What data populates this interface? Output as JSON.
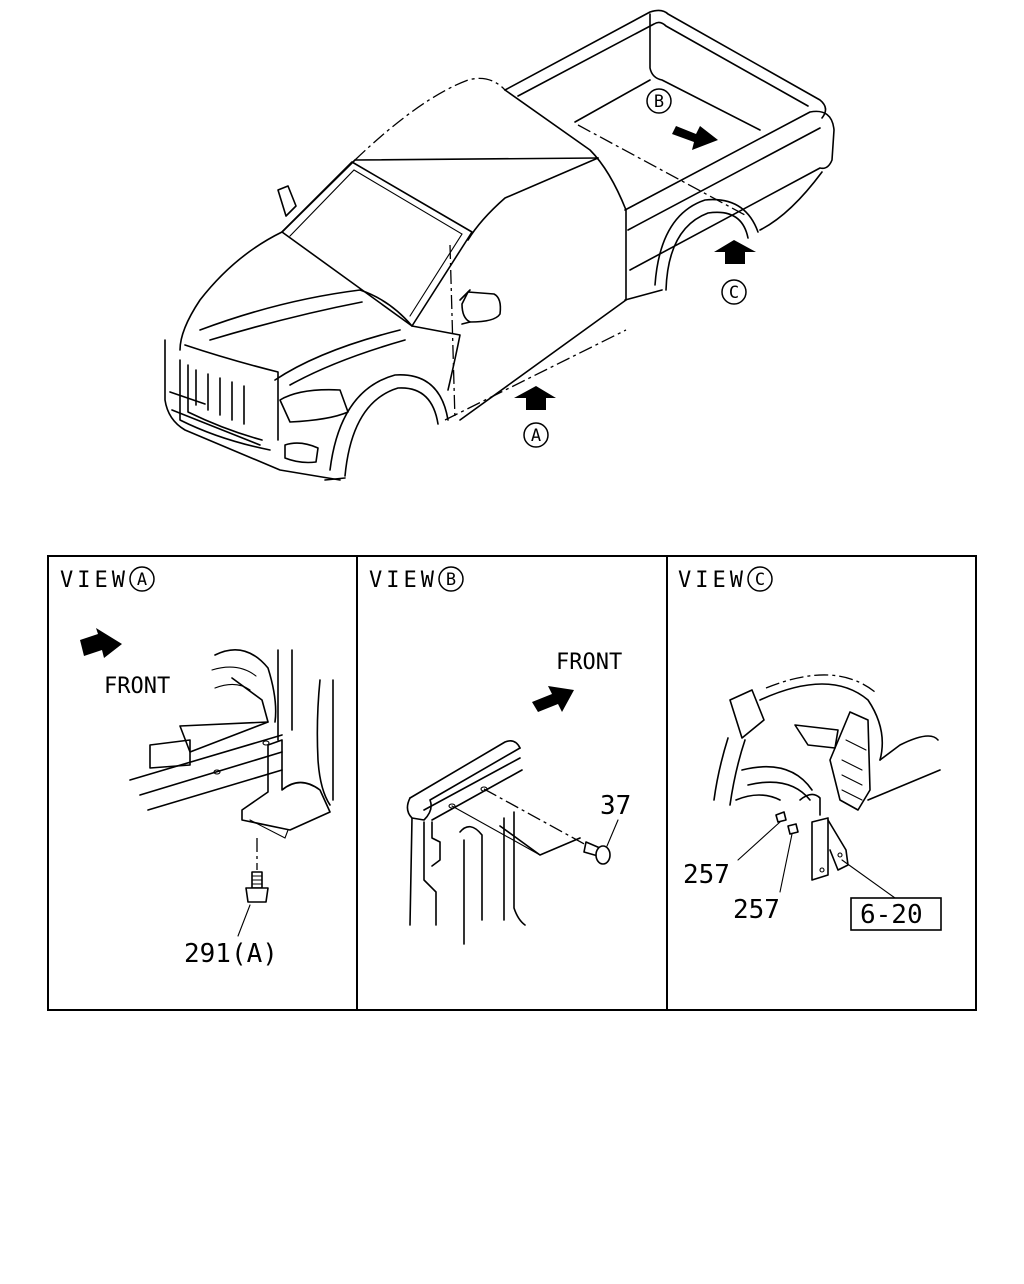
{
  "truck": {
    "callout_a": "A",
    "callout_b": "B",
    "callout_c": "C"
  },
  "panels": [
    {
      "view_word": "VIEW",
      "view_letter": "A",
      "front_label": "FRONT",
      "part_labels": [
        "291(A)"
      ]
    },
    {
      "view_word": "VIEW",
      "view_letter": "B",
      "front_label": "FRONT",
      "part_labels": [
        "37"
      ]
    },
    {
      "view_word": "VIEW",
      "view_letter": "C",
      "part_labels": [
        "257",
        "257"
      ],
      "reference_box": "6-20"
    }
  ]
}
